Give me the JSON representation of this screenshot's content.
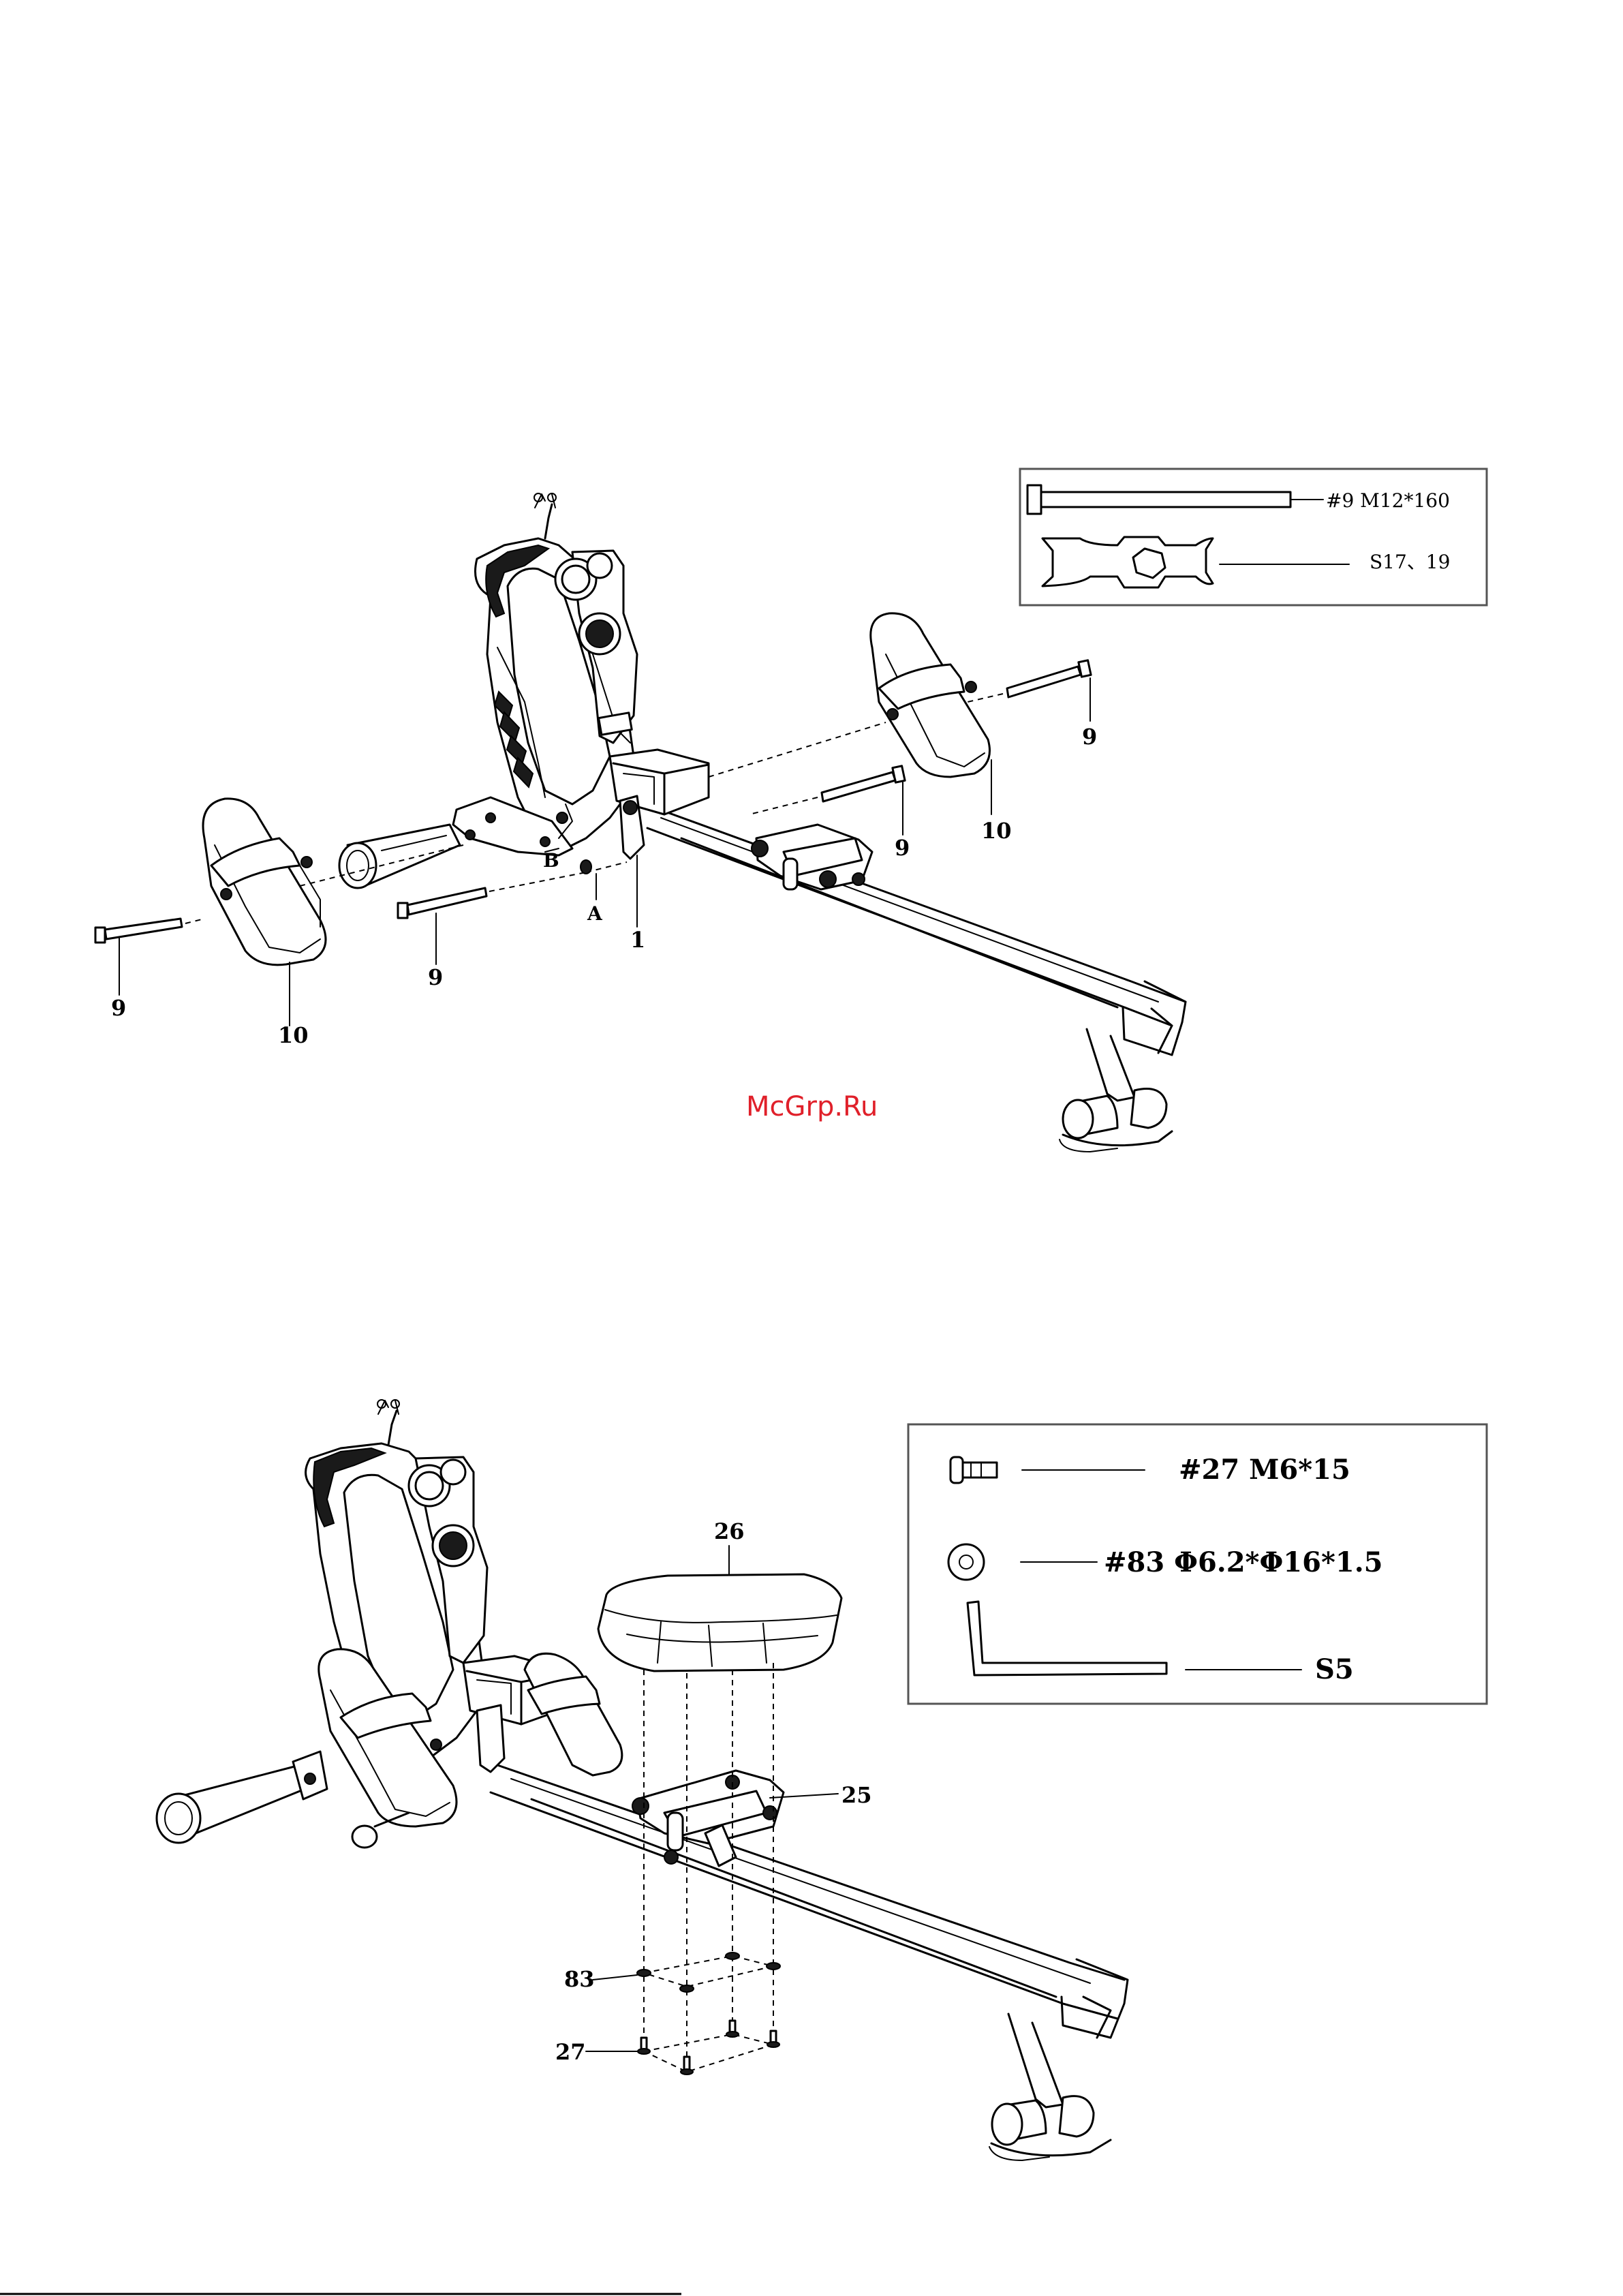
{
  "figure1": {
    "kit": {
      "bolt_label": "#9 M12*160",
      "wrench_label": "S17、19"
    },
    "callouts": {
      "bolt_left_outer": "9",
      "bolt_left_inner": "9",
      "bolt_right_lower": "9",
      "bolt_right_upper": "9",
      "pedal_left": "10",
      "pedal_right": "10",
      "point_a": "A",
      "point_b": "B",
      "frame": "1"
    }
  },
  "watermark": "McGrp.Ru",
  "figure2": {
    "kit": {
      "screw_label": "#27 M6*15",
      "washer_label": "#83 Φ6.2*Φ16*1.5",
      "allen_key_label": "S5"
    },
    "callouts": {
      "seat": "26",
      "carriage": "25",
      "washer": "83",
      "screw": "27"
    }
  }
}
